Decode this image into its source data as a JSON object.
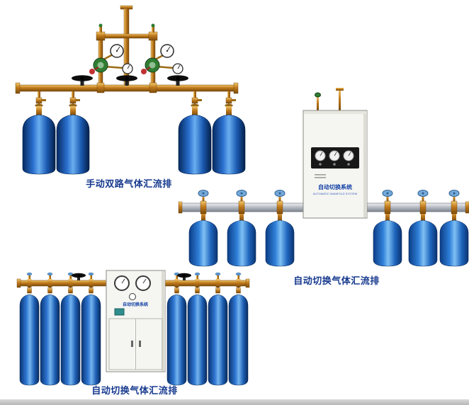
{
  "page": {
    "background_color": "#ffffff",
    "footer_strip_color": "#c8c8c8"
  },
  "colors": {
    "label_text": "#173a8f",
    "cylinder_blue": "#2a6fce",
    "brass_pipe": "#c07a1c",
    "cabinet_body": "#f5f5f1",
    "steel_pipe": "#aab0b8"
  },
  "products": [
    {
      "id": "manual-dual-gas-manifold",
      "label": "手动双路气体汇流排"
    },
    {
      "id": "auto-switch-gas-manifold-6-cylinder",
      "label": "自动切换气体汇流排"
    },
    {
      "id": "auto-switch-gas-manifold-8-cylinder",
      "label": "自动切换气体汇流排"
    }
  ],
  "cabinets": {
    "auto_switch_panel": {
      "title": "自动切换系统",
      "subtitle": "AUTOMATIC MANIFOLD SYSTEM"
    },
    "bottom_panel": {
      "title": "自动切换系统"
    }
  }
}
